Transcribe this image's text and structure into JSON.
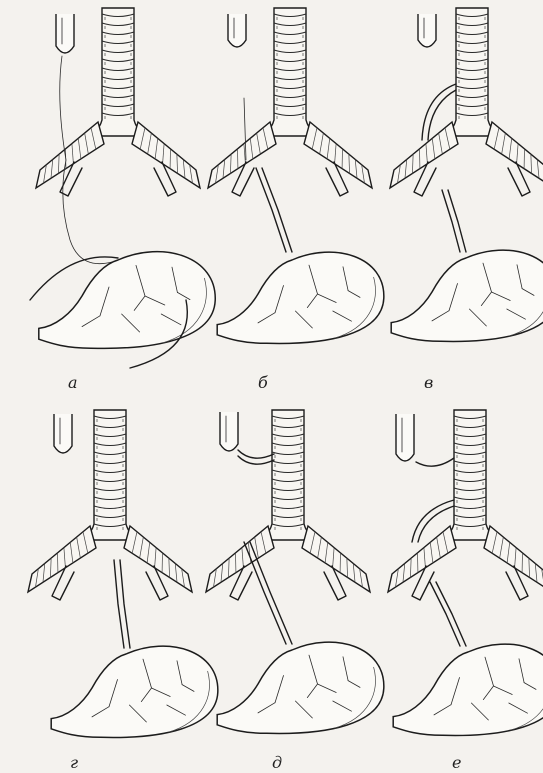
{
  "panels": [
    {
      "id": "a",
      "label": "а",
      "variant": "a"
    },
    {
      "id": "b",
      "label": "б",
      "variant": "b"
    },
    {
      "id": "v",
      "label": "в",
      "variant": "v"
    },
    {
      "id": "g",
      "label": "г",
      "variant": "g"
    },
    {
      "id": "d",
      "label": "д",
      "variant": "d"
    },
    {
      "id": "e",
      "label": "е",
      "variant": "e"
    }
  ],
  "colors": {
    "ink": "#1c1c1c",
    "paper": "#f4f2ee"
  }
}
